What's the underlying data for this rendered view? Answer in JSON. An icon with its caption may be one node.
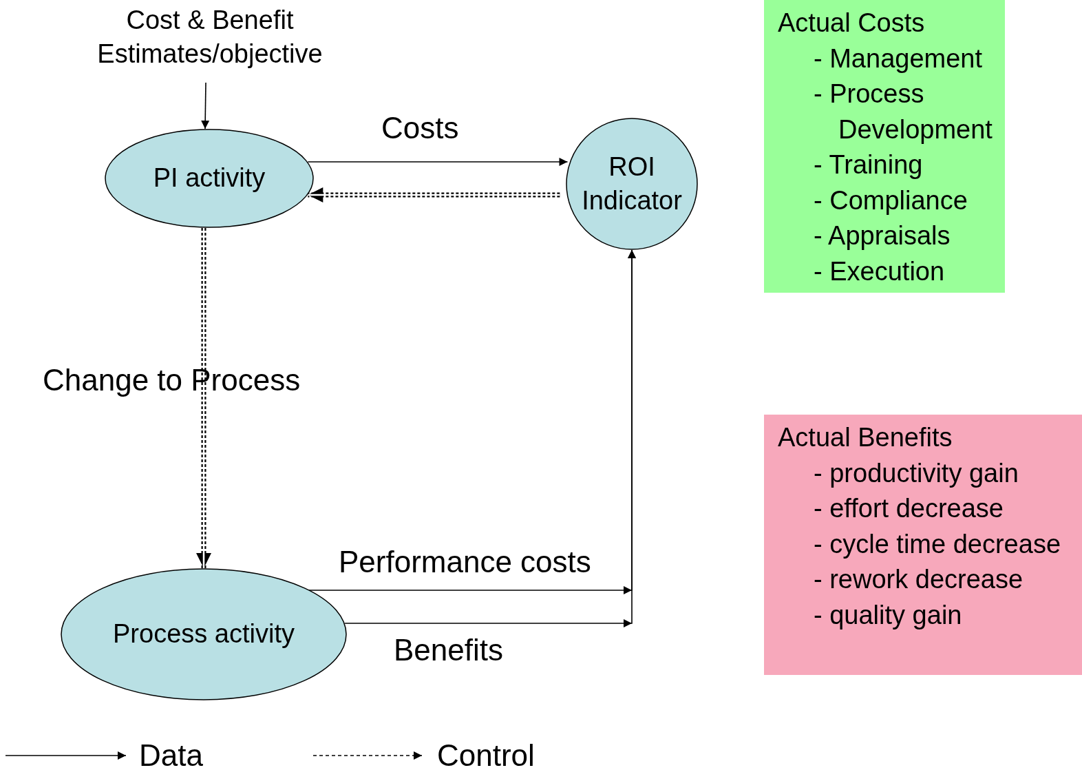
{
  "diagram": {
    "nodes": [
      {
        "text": [
          "Cost & Benefit Estimates/objective"
        ]
      },
      {
        "text": [
          "PI activity"
        ]
      },
      {
        "text": [
          "ROI Indicator"
        ]
      },
      {
        "text": [
          "Process activity"
        ]
      },
      {
        "text": [
          "Actual Costs",
          "- Management",
          "- Process Development",
          "-  Training",
          "-  Compliance",
          "-  Appraisals",
          "-  Execution"
        ]
      },
      {
        "text": [
          "Actual Benefits",
          "- productivity gain",
          "- effort decrease",
          "- cycle time decrease",
          "- rework decrease",
          "- quality gain"
        ]
      }
    ],
    "edges": [
      {
        "from": 0,
        "to": 1,
        "arrow": "to"
      },
      {
        "from": 1,
        "to": 2,
        "arrow": "to",
        "label": "Costs"
      },
      {
        "from": 2,
        "to": 1,
        "arrow": "to",
        "style": "dashed"
      },
      {
        "from": 1,
        "to": 3,
        "arrow": "to",
        "style": "dashed",
        "label": "Change to Process"
      },
      {
        "from": 3,
        "to": 2,
        "arrow": "to",
        "label": "Performance costs"
      },
      {
        "from": 3,
        "to": 2,
        "arrow": "to",
        "label": "Benefits"
      }
    ],
    "legend": [
      {
        "text": "Data"
      },
      {
        "text": "Control"
      }
    ]
  }
}
